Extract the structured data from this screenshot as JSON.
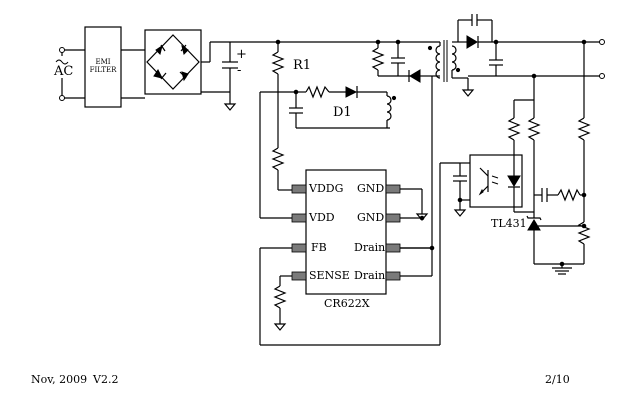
{
  "input": {
    "source_label": "AC",
    "filter_label": "EMI FILTER"
  },
  "primary": {
    "cap_plus": "+",
    "cap_minus": "-",
    "startup_resistor": "R1",
    "aux_diode": "D1"
  },
  "ic": {
    "part_number": "CR622X",
    "pins_left": [
      "VDDG",
      "VDD",
      "FB",
      "SENSE"
    ],
    "pins_right": [
      "GND",
      "GND",
      "Drain",
      "Drain"
    ]
  },
  "secondary": {
    "regulator": "TL431"
  },
  "footer": {
    "date": "Nov, 2009",
    "version": "V2.2",
    "page": "2/10"
  }
}
